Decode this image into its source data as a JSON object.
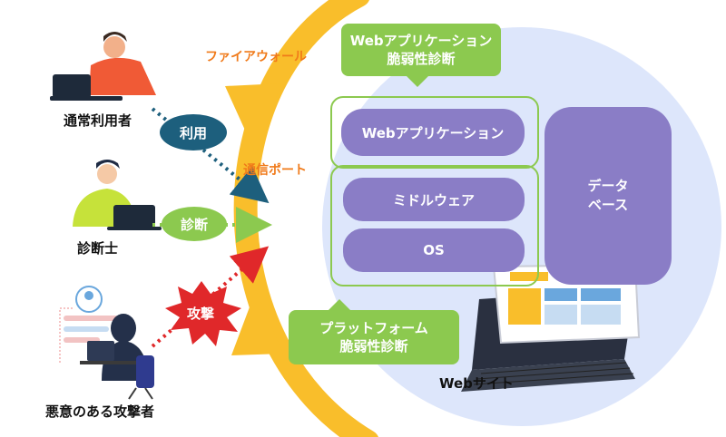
{
  "actors": {
    "regular_user": "通常利用者",
    "diagnostician": "診断士",
    "attacker": "悪意のある攻撃者"
  },
  "actions": {
    "use": "利用",
    "diagnosis": "診断",
    "attack": "攻撃"
  },
  "network": {
    "firewall": "ファイアウォール",
    "comm_port": "通信ポート"
  },
  "callouts": {
    "web_app_vuln": [
      "Webアプリケーション",
      "脆弱性診断"
    ],
    "platform_vuln": [
      "プラットフォーム",
      "脆弱性診断"
    ]
  },
  "stack": {
    "web_app": "Webアプリケーション",
    "middleware": "ミドルウェア",
    "os": "OS",
    "database": [
      "データ",
      "ベース"
    ]
  },
  "site_label": "Webサイト",
  "colors": {
    "firewall_arc": "#f9be2b",
    "callout_green": "#8cc94f",
    "layer_purple": "#8a7dc6",
    "zone_blue": "#dde6fb",
    "label_orange": "#f07a1a",
    "use_arrow": "#1d5f7d",
    "attack_arrow": "#e0282a"
  }
}
